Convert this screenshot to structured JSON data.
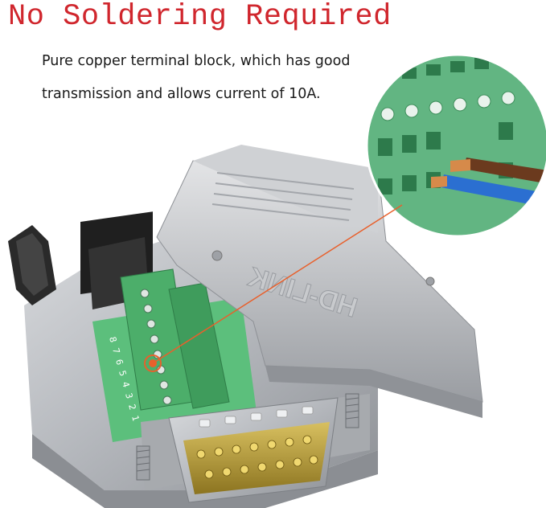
{
  "headline": "No Soldering Required",
  "description": {
    "line1": "Pure copper terminal block, which has good",
    "line2": "transmission and allows current of 10A."
  },
  "brand_text": "HD-LINK",
  "pin_labels": [
    "8",
    "7",
    "6",
    "5",
    "4",
    "3",
    "2",
    "1"
  ],
  "colors": {
    "headline": "#d0262d",
    "terminal_green": "#4cae6a",
    "housing": "#b9bcc1",
    "pointer": "#e8602c",
    "brown_wire": "#6b3a1e",
    "blue_wire": "#2b6fd1"
  }
}
